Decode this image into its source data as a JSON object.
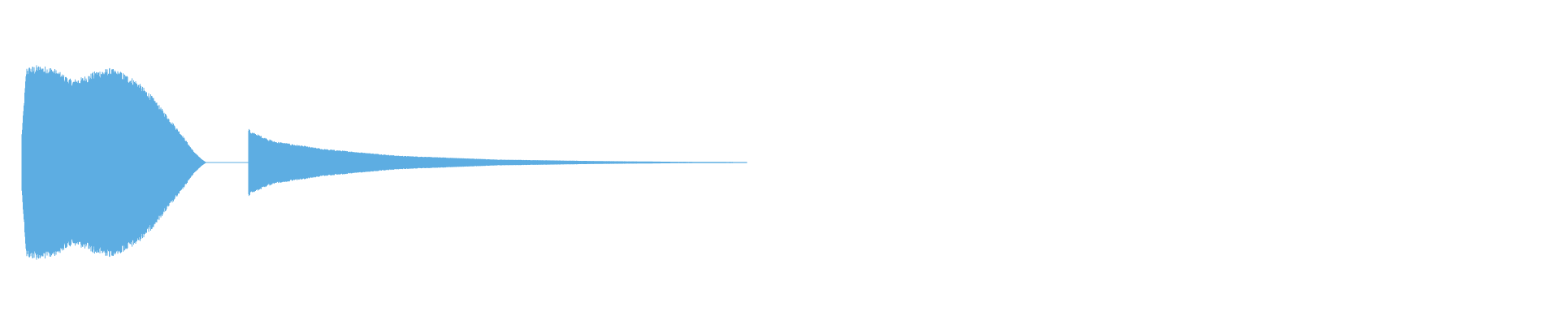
{
  "waveform": {
    "color": "#5DADE2",
    "background": "#FFFFFF",
    "segments": [
      {
        "name": "first-burst",
        "start": 0.0,
        "end": 0.1216,
        "envelope": [
          [
            0.0,
            0.3
          ],
          [
            0.003,
            0.98
          ],
          [
            0.01,
            1.0
          ],
          [
            0.02,
            0.98
          ],
          [
            0.026,
            0.92
          ],
          [
            0.033,
            0.85
          ],
          [
            0.04,
            0.88
          ],
          [
            0.05,
            0.95
          ],
          [
            0.058,
            0.97
          ],
          [
            0.066,
            0.93
          ],
          [
            0.075,
            0.85
          ],
          [
            0.085,
            0.7
          ],
          [
            0.095,
            0.5
          ],
          [
            0.105,
            0.3
          ],
          [
            0.113,
            0.12
          ],
          [
            0.118,
            0.04
          ],
          [
            0.1216,
            0.0
          ]
        ]
      },
      {
        "name": "second-burst",
        "start": 0.1496,
        "end": 0.478,
        "envelope": [
          [
            0.0,
            0.35
          ],
          [
            0.004,
            0.32
          ],
          [
            0.05,
            0.22
          ],
          [
            0.15,
            0.14
          ],
          [
            0.3,
            0.07
          ],
          [
            0.5,
            0.03
          ],
          [
            0.7,
            0.015
          ],
          [
            0.85,
            0.008
          ],
          [
            1.0,
            0.005
          ]
        ]
      }
    ]
  }
}
